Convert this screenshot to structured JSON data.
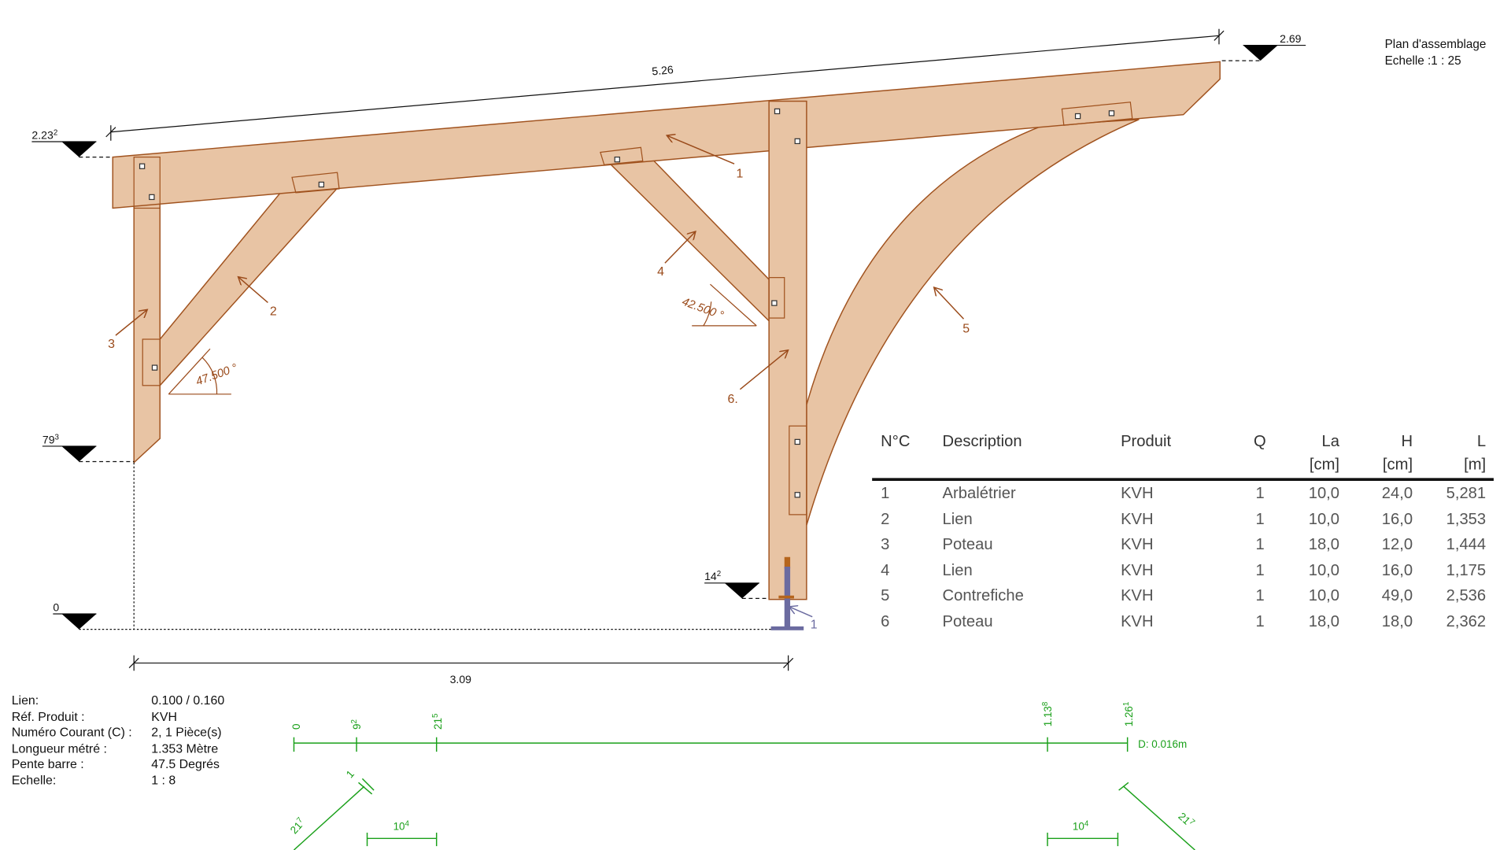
{
  "header": {
    "title": "Plan d'assemblage",
    "scale": "Echelle :1 : 25"
  },
  "drawing": {
    "dim_top": "5.26",
    "dim_bottom": "3.09",
    "levels": [
      {
        "main": "2.23",
        "sup": "2"
      },
      {
        "main": "79",
        "sup": "3"
      },
      {
        "main": "0",
        "sup": ""
      },
      {
        "main": "14",
        "sup": "2"
      },
      {
        "main": "2.69",
        "sup": ""
      }
    ],
    "angles": [
      "47.500 °",
      "42.500 °"
    ],
    "part_labels": [
      "1",
      "2",
      "3",
      "4",
      "5",
      "6.",
      "1"
    ],
    "colors": {
      "wood": "#e8c4a4",
      "wood_edge": "#a0521e",
      "arrow": "#9a4a1a",
      "steel": "#6b6ba0",
      "green": "#1aa01a"
    }
  },
  "table": {
    "headers": {
      "nc": "N°C",
      "desc": "Description",
      "prod": "Produit",
      "q": "Q",
      "la": "La",
      "la_unit": "[cm]",
      "h": "H",
      "h_unit": "[cm]",
      "l": "L",
      "l_unit": "[m]"
    },
    "rows": [
      {
        "nc": "1",
        "desc": "Arbalétrier",
        "prod": "KVH",
        "q": "1",
        "la": "10,0",
        "h": "24,0",
        "l": "5,281"
      },
      {
        "nc": "2",
        "desc": "Lien",
        "prod": "KVH",
        "q": "1",
        "la": "10,0",
        "h": "16,0",
        "l": "1,353"
      },
      {
        "nc": "3",
        "desc": "Poteau",
        "prod": "KVH",
        "q": "1",
        "la": "18,0",
        "h": "12,0",
        "l": "1,444"
      },
      {
        "nc": "4",
        "desc": "Lien",
        "prod": "KVH",
        "q": "1",
        "la": "10,0",
        "h": "16,0",
        "l": "1,175"
      },
      {
        "nc": "5",
        "desc": "Contrefiche",
        "prod": "KVH",
        "q": "1",
        "la": "10,0",
        "h": "49,0",
        "l": "2,536"
      },
      {
        "nc": "6",
        "desc": "Poteau",
        "prod": "KVH",
        "q": "1",
        "la": "18,0",
        "h": "18,0",
        "l": "2,362"
      }
    ]
  },
  "details": [
    {
      "label": "Lien:",
      "value": "0.100 / 0.160"
    },
    {
      "label": "Réf. Produit :",
      "value": "KVH"
    },
    {
      "label": "Numéro Courant (C) :",
      "value": "2,  1 Pièce(s)"
    },
    {
      "label": "Longueur métré :",
      "value": "1.353 Mètre"
    },
    {
      "label": "Pente barre :",
      "value": "47.5 Degrés"
    },
    {
      "label": "Echelle:",
      "value": "1 : 8"
    }
  ],
  "detail_dims": {
    "ticks": [
      {
        "main": "0",
        "sup": ""
      },
      {
        "main": "9",
        "sup": "2"
      },
      {
        "main": "21",
        "sup": "5"
      },
      {
        "main": "1.13",
        "sup": "8"
      },
      {
        "main": "1.26",
        "sup": "1"
      }
    ],
    "offset": "D: 0.016m",
    "left_diag": {
      "main": "21",
      "sup": "7"
    },
    "left_small": "1",
    "left_width": {
      "main": "10",
      "sup": "4"
    },
    "right_width": {
      "main": "10",
      "sup": "4"
    },
    "right_diag": {
      "main": "21",
      "sup": "7"
    }
  }
}
